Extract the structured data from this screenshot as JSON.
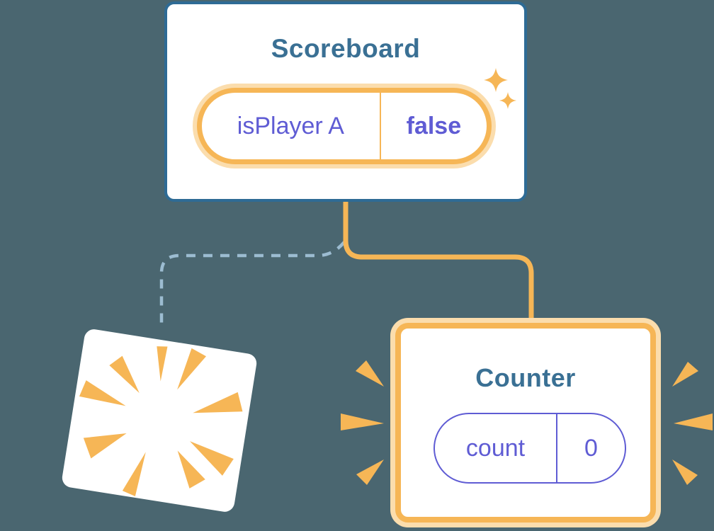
{
  "colors": {
    "bg": "#4A6670",
    "card-white": "#FFFFFF",
    "blue-border": "#2E6B95",
    "title-blue": "#3A7094",
    "purple": "#5F5CD4",
    "orange": "#F6B656",
    "orange-glow": "#FBDDAD",
    "dash-blue": "#9CBCD1"
  },
  "scoreboard": {
    "title": "Scoreboard",
    "state": {
      "key": "isPlayer A",
      "value": "false"
    }
  },
  "counter": {
    "title": "Counter",
    "state": {
      "key": "count",
      "value": "0"
    }
  },
  "icons": {
    "sparkle": "four-point-star",
    "burst": "orange-wedge-burst"
  }
}
